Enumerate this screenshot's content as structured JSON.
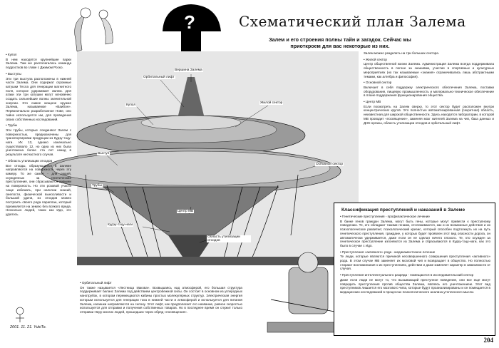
{
  "page": {
    "title": "Схематический план Залема",
    "subtitle": "Залем и его строения полны тайн и загадок. Сейчас мы приоткроем для вас некоторые из них.",
    "page_number": "204",
    "signature": "2001. 11. 21. YukiTo."
  },
  "left_column": [
    {
      "head": "Купол",
      "text": "В нем находятся крупнейшие парки Залема. Там же располагалась команда подростков во главе с Джимом Роско."
    },
    {
      "head": "Выступы",
      "text": "Эти три выступа расположены в нижней части Залема. Они содержат огромные катушки Тесла для генерации магнитного поля, которое удерживает Залем. Для атаки эти три катушки могут мгновенно создать сильнейшие волны значительной энергии. Это самое мощное оружие Залема, называемое «Ваибон». Первоначально разработанное Нове, оно тайно используется им, для проведения своих собственных исследований."
    },
    {
      "head": "Трубы",
      "text": "Эти трубы, которые соединяют Залем с поверхностью, предназначены для транспортировки продукции из Кудзу-тэцу-наги. Их 13, однако изначально существовало 12, но одна из них была уничтожена более ста лет назад в результате несчастного случая."
    },
    {
      "head": "Область утилизации отходов",
      "text": "Все отходы, образующиеся в Залеме направляются на поверхность через эту камеру. То же самое - для людей, осужденных за генетические преступления, они сбрасываются живыми на поверхность. Но эти розовой участи чаще избежать, при наличии знаний, смелости, физической выносливости и большой удачи, из отходов можно построить своего рода параплан, который приземлится на землю без всякого вреда. Несколько людей, таких как Идо, это удалось."
    }
  ],
  "bottom_column": [
    {
      "head": "Орбитальный лифт",
      "text": "Он также называется «Лестница Иакова». Возвышаясь над атмосферой, его большая структура поддерживает баланс Залема под действием центробежной силы. Он состоит в основном из углеродных нанотрубок, в котором перемещаются кабины простых молекулярных структур. Электрическая энергия которым используется для генерации тока в нижней части и атмосферой и используется для питания Залема, излишки направляются на склону. Этот лифт, как предполагает его название, равное скоростью используется для отправки и получения собственных товаров. Но в последнее время он служит только отправки Неру многих людей, прошедших через обряд «посвящения»."
    }
  ],
  "right_column": [
    {
      "head": "",
      "text": "Залем можно разделить на три больших сектора."
    },
    {
      "head": "Жилой сектор",
      "text": "Центр общественной жизни Залема. Администрация Залема всегда поддерживала общественность в погоне за знаниями, участие в спортивных и культурных мероприятиях (но так называемые «знания» ограничивались лишь абстрактными темами, как алгебра и философия)."
    },
    {
      "head": "Основной сектор",
      "text": "Включает в себя поддержку электрического обеспечения Залема, поставки оборудования, пищевую промышленность и материально-техническое обеспечение в плане поддержания функционирования общества."
    },
    {
      "head": "Центр МВ",
      "text": "Если посмотреть на Залем сверху, то этот сектор будет расположен внутри концентрических кругов. Это полностью автоматизированная (секретная) область, неизвестная для широкой общественности. Здесь находятся лаборатории, в которой МВ проводит «посвящение», заменяя мозг жителей Залема на чип, база данных и ДНК-органы, область утилизации отходов и орбитальный лифт."
    }
  ],
  "crime_box": {
    "title": "Классификация преступлений и наказаний в Залеме",
    "items": [
      {
        "head": "Генетические преступления - профилактическое лечение",
        "text": "В банке генов граждан Залема, могут быть гены, которые могут привести к преступному поведению. Те, кто обладают такими генами, отслеживаются, как и их возможные действия и их психологическое развитие; психологический кризис, который способен подтолкнуть их на путь генетического преступления, граждане, у которых будет проявлен этот вид опасности дорога, он автоматически удерживается, даже если он не сделал ничего плохого. Те, кто осужден за генетическое преступление изгоняются из Залема и сбрасываются в Кудзу-тэцу-наги, как это было в случае с Идо."
      },
      {
        "head": "Преступления «активного» рода - медикаментозное лечение",
        "text": "Те люди, которые являются причиной несовершенного совершения преступления «активного» рода. В этом случае МВ заменяет их мозговой чип и возвращает в общество. Но полностью стирают воспоминания о их преступлениях, действии и даже изменяет характер в зависимости от случая."
      },
      {
        "head": "Преступления интеллектуального разряда - помещаются в исследовательский сектор",
        "text": "Даже если люди не могут то, что вызывающий преступное поведение, они все еще могут повредить преступления против общества Залема, являясь его уничтожением. Этот вид преступников лишается его мозгового чипа, которые будут проанализированы и он помещается в медицинских исследований в процессах психологического анализа утопленного мысли."
      }
    ]
  },
  "diagram_labels": {
    "top": "Вершина Залема",
    "orbital_lift": "Орбитальный лифт",
    "dome": "Купол",
    "residential": "Жилой сектор",
    "main_sector": "Основной сектор",
    "ledge": "Выступ",
    "pipes": "Трубы",
    "mb_center": "Центр МВ",
    "kuzu": "Кудзу-тэцу-наги",
    "waste": "Область утилизации отходов"
  },
  "icons": [
    "question-mark-icon",
    "character-figure",
    "robot-figure"
  ]
}
